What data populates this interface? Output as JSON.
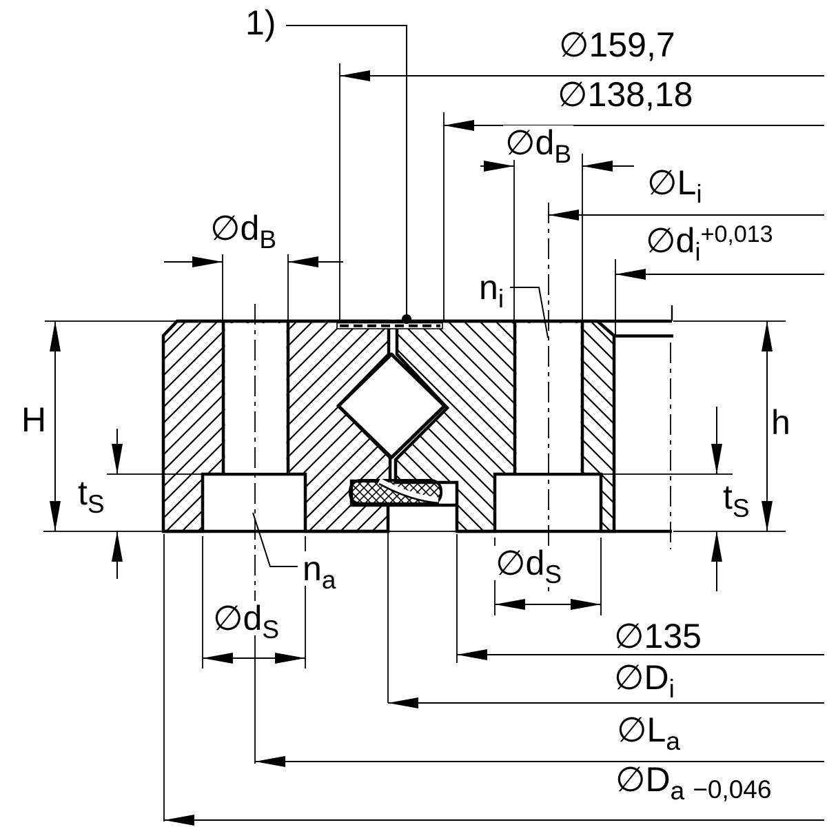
{
  "figure": {
    "kind": "bearing cross-section drawing",
    "colors": {
      "ink": "#000000",
      "paper": "#ffffff"
    }
  },
  "note": {
    "ref": "1)"
  },
  "dims": {
    "seal_od": {
      "base": "∅159,7"
    },
    "seal_id": {
      "base": "∅138,18"
    },
    "dB_right": {
      "base": "∅d",
      "sub": "B"
    },
    "dB_left": {
      "base": "∅d",
      "sub": "B"
    },
    "Li": {
      "base": "∅L",
      "sub": "i"
    },
    "di": {
      "base": "∅d",
      "sub": "i",
      "sup": "+0,013"
    },
    "ni": {
      "base": "n",
      "sub": "i"
    },
    "na": {
      "base": "n",
      "sub": "a"
    },
    "H": {
      "base": "H"
    },
    "h": {
      "base": "h"
    },
    "tS_left": {
      "base": "t",
      "sub": "S"
    },
    "tS_right": {
      "base": "t",
      "sub": "S"
    },
    "dS_left": {
      "base": "∅d",
      "sub": "S"
    },
    "dS_right": {
      "base": "∅d",
      "sub": "S"
    },
    "d135": {
      "base": "∅135"
    },
    "Di": {
      "base": "∅D",
      "sub": "i"
    },
    "La": {
      "base": "∅L",
      "sub": "a"
    },
    "Da": {
      "base": "∅D",
      "sub": "a",
      "tol": "−0,046"
    }
  }
}
